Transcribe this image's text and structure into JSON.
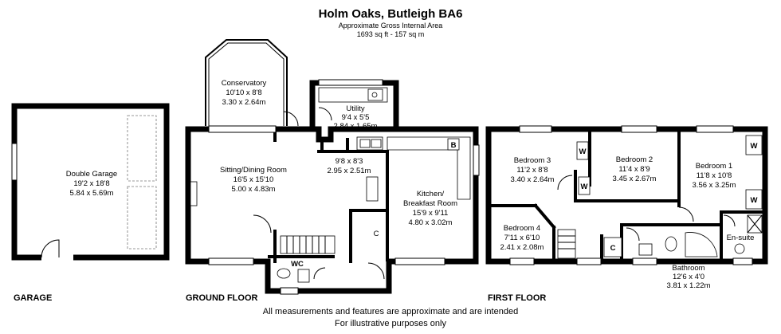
{
  "header": {
    "title": "Holm Oaks, Butleigh BA6",
    "area_caption": "Approximate Gross Internal Area",
    "area_value": "1693 sq ft - 157 sq m"
  },
  "garage": {
    "section": "GARAGE",
    "rooms": [
      {
        "name": "Double Garage",
        "dims_imperial": "19'2 x 18'8",
        "dims_metric": "5.84 x 5.69m"
      }
    ]
  },
  "ground_floor": {
    "section": "GROUND FLOOR",
    "rooms": [
      {
        "name": "Conservatory",
        "dims_imperial": "10'10 x 8'8",
        "dims_metric": "3.30 x 2.64m"
      },
      {
        "name": "Utility",
        "dims_imperial": "9'4 x 5'5",
        "dims_metric": "2.84 x 1.65m"
      },
      {
        "name": "Sitting/Dining Room",
        "dims_imperial": "16'5 x 15'10",
        "dims_metric": "5.00 x 4.83m"
      },
      {
        "name": "",
        "dims_imperial": "9'8 x 8'3",
        "dims_metric": "2.95 x 2.51m"
      },
      {
        "name": "Kitchen/",
        "name_line2": "Breakfast Room",
        "dims_imperial": "15'9 x 9'11",
        "dims_metric": "4.80 x 3.02m"
      }
    ],
    "markers": {
      "boiler": "B",
      "cupboard": "C",
      "wc": "WC"
    }
  },
  "first_floor": {
    "section": "FIRST FLOOR",
    "rooms": [
      {
        "name": "Bedroom 3",
        "dims_imperial": "11'2 x 8'8",
        "dims_metric": "3.40 x 2.64m"
      },
      {
        "name": "Bedroom 2",
        "dims_imperial": "11'4 x 8'9",
        "dims_metric": "3.45 x 2.67m"
      },
      {
        "name": "Bedroom 1",
        "dims_imperial": "11'8 x 10'8",
        "dims_metric": "3.56 x 3.25m"
      },
      {
        "name": "Bedroom 4",
        "dims_imperial": "7'11 x 6'10",
        "dims_metric": "2.41 x 2.08m"
      },
      {
        "name": "Bathroom",
        "dims_imperial": "12'6 x 4'0",
        "dims_metric": "3.81 x 1.22m"
      }
    ],
    "markers": {
      "wardrobe": "W",
      "cupboard": "C",
      "ensuite": "En-suite"
    }
  },
  "footer": {
    "line1": "All measurements and features are approximate and are intended",
    "line2": "For illustrative purposes only"
  }
}
